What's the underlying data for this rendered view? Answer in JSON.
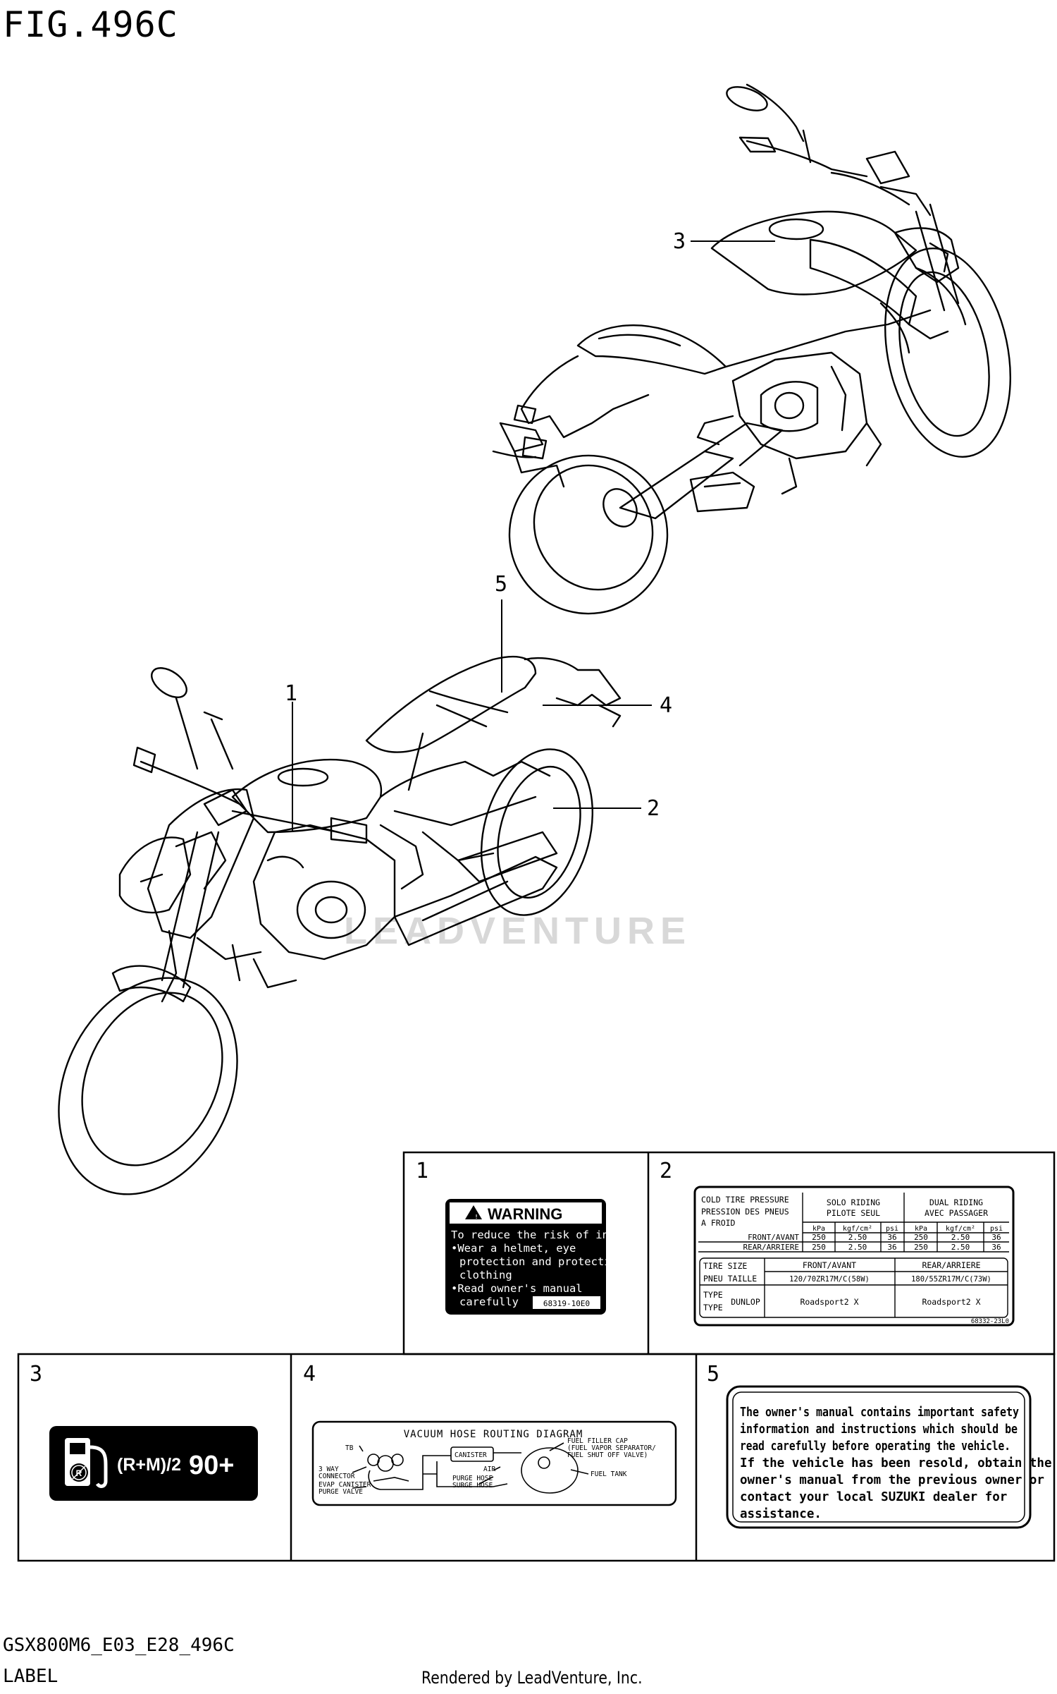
{
  "figure": {
    "title": "FIG.496C",
    "model_code": "GSX800M6_E03_E28_496C",
    "category": "LABEL",
    "rendered_by": "Rendered by LeadVenture, Inc.",
    "watermark": "LEADVENTURE"
  },
  "callouts": [
    "1",
    "2",
    "3",
    "4",
    "5"
  ],
  "panels": [
    {
      "number": "1"
    },
    {
      "number": "2"
    },
    {
      "number": "3"
    },
    {
      "number": "4"
    },
    {
      "number": "5"
    }
  ],
  "label_warning": {
    "heading": "WARNING",
    "lines": [
      "To reduce the risk of injury",
      "•Wear a helmet, eye",
      "protection and protective",
      "clothing",
      "•Read owner's manual",
      "carefully"
    ],
    "part_code": "68319-10E0"
  },
  "label_tire": {
    "h1_a": "COLD TIRE PRESSURE",
    "h1_b": "PRESSION DES PNEUS",
    "h1_c": "A FROID",
    "solo_a": "SOLO RIDING",
    "solo_b": "PILOTE SEUL",
    "dual_a": "DUAL RIDING",
    "dual_b": "AVEC PASSAGER",
    "units": [
      "kPa",
      "kgf/cm²",
      "psi",
      "kPa",
      "kgf/cm²",
      "psi"
    ],
    "front_label": "FRONT/AVANT",
    "front_values": [
      "250",
      "2.50",
      "36",
      "250",
      "2.50",
      "36"
    ],
    "rear_label": "REAR/ARRIERE",
    "rear_values": [
      "250",
      "2.50",
      "36",
      "250",
      "2.50",
      "36"
    ],
    "size_a": "TIRE SIZE",
    "size_b": "PNEU TAILLE",
    "front_head": "FRONT/AVANT",
    "rear_head": "REAR/ARRIERE",
    "front_size": "120/70ZR17M/C(58W)",
    "rear_size": "180/55ZR17M/C(73W)",
    "type_a": "TYPE",
    "type_b": "TYPE",
    "brand": "DUNLOP",
    "front_tire": "Roadsport2 X",
    "rear_tire": "Roadsport2 X",
    "part_code": "68332-23L0"
  },
  "label_fuel": {
    "rating": "(R+M)/2",
    "octane": "90+"
  },
  "label_vacuum": {
    "title": "VACUUM HOSE ROUTING DIAGRAM",
    "tb": "TB",
    "canister": "CANISTER",
    "filler_cap": "FUEL FILLER CAP",
    "separator": "(FUEL VAPOR SEPARATOR/",
    "shutoff": "FUEL SHUT OFF VALVE)",
    "three_way_a": "3 WAY",
    "three_way_b": "CONNECTOR",
    "evap_a": "EVAP CANISTER",
    "evap_b": "PURGE VALVE",
    "purge_hose": "PURGE HOSE",
    "surge_hose": "SURGE HOSE",
    "air": "AIR",
    "fuel_tank": "FUEL TANK"
  },
  "label_manual": {
    "lines": [
      "The owner's manual contains important safety",
      "information and instructions which should be",
      "read carefully before operating the vehicle.",
      "If the vehicle has been resold, obtain the",
      "owner's manual from the previous owner or",
      "contact your local SUZUKI dealer for",
      "assistance."
    ]
  }
}
